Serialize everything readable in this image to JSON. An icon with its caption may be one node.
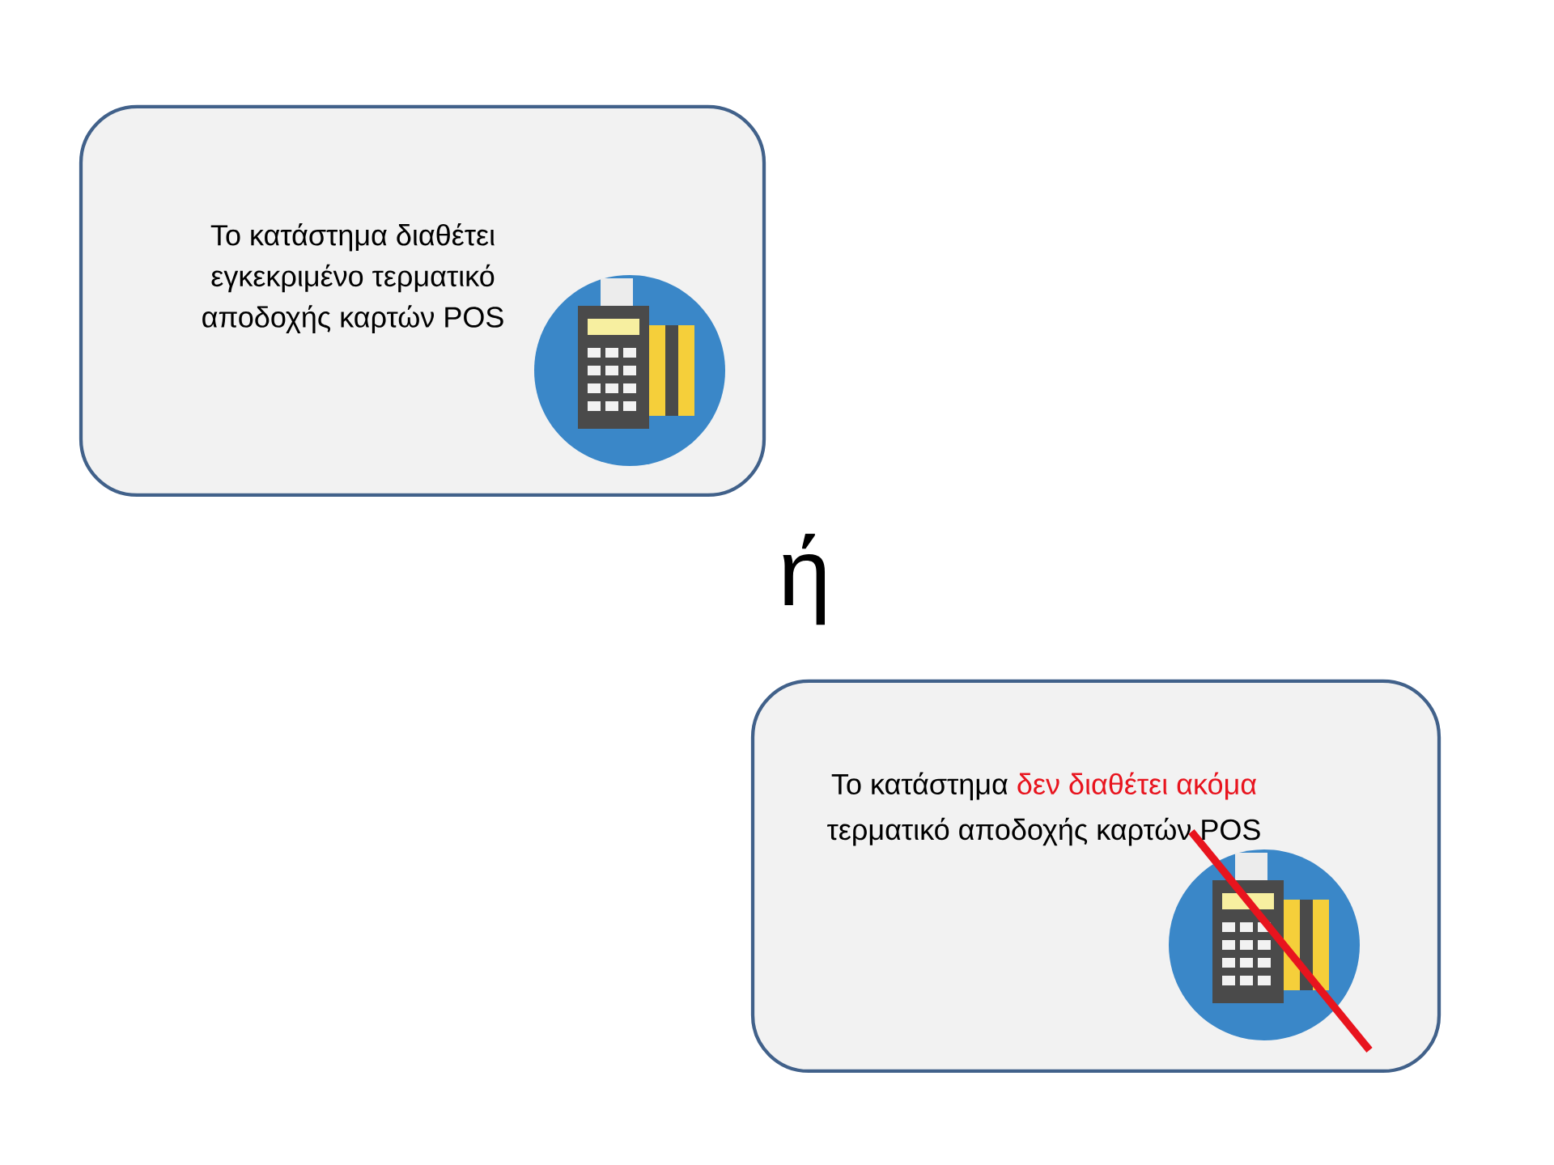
{
  "diagram": {
    "nodes": [
      {
        "text": [
          "Το κατάστημα διαθέτει εγκεκριμένο τερματικό αποδοχής καρτών POS"
        ]
      },
      {
        "text": [
          "Το κατάστημα",
          "δεν διαθέτει ακόμα",
          "τερματικό αποδοχής καρτών POS"
        ]
      }
    ],
    "labels": [
      "ή"
    ]
  }
}
